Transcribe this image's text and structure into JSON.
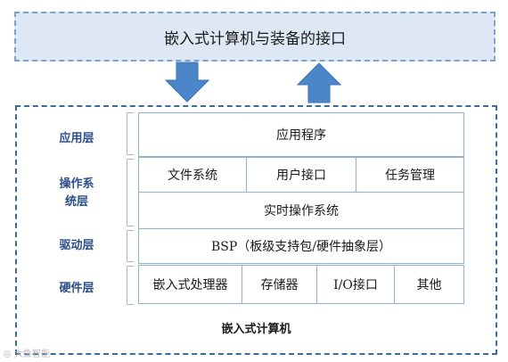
{
  "interface": {
    "title": "嵌入式计算机与装备的接口"
  },
  "layers": {
    "application": {
      "label": "应用层",
      "app_programs": "应用程序"
    },
    "os": {
      "label_line1": "操作系",
      "label_line2": "统层",
      "file_system": "文件系统",
      "user_interface": "用户接口",
      "task_management": "任务管理",
      "rtos": "实时操作系统"
    },
    "driver": {
      "label": "驱动层",
      "bsp": "BSP（板级支持包/硬件抽象层）"
    },
    "hardware": {
      "label": "硬件层",
      "processor": "嵌入式处理器",
      "memory": "存储器",
      "io": "I/O接口",
      "other": "其他"
    }
  },
  "footer": {
    "title": "嵌入式计算机"
  },
  "watermark": {
    "text": "大鱼智能"
  },
  "colors": {
    "interface_fill": "#dde8f4",
    "interface_border": "#7aa3cf",
    "frame_border": "#3c6a99",
    "cell_border": "#8eb3d8",
    "arrow_fill": "#4a86c8",
    "label_text": "#2c4f8a"
  },
  "icons": {
    "down_arrow": "down-arrow-icon",
    "up_arrow": "up-arrow-icon"
  }
}
